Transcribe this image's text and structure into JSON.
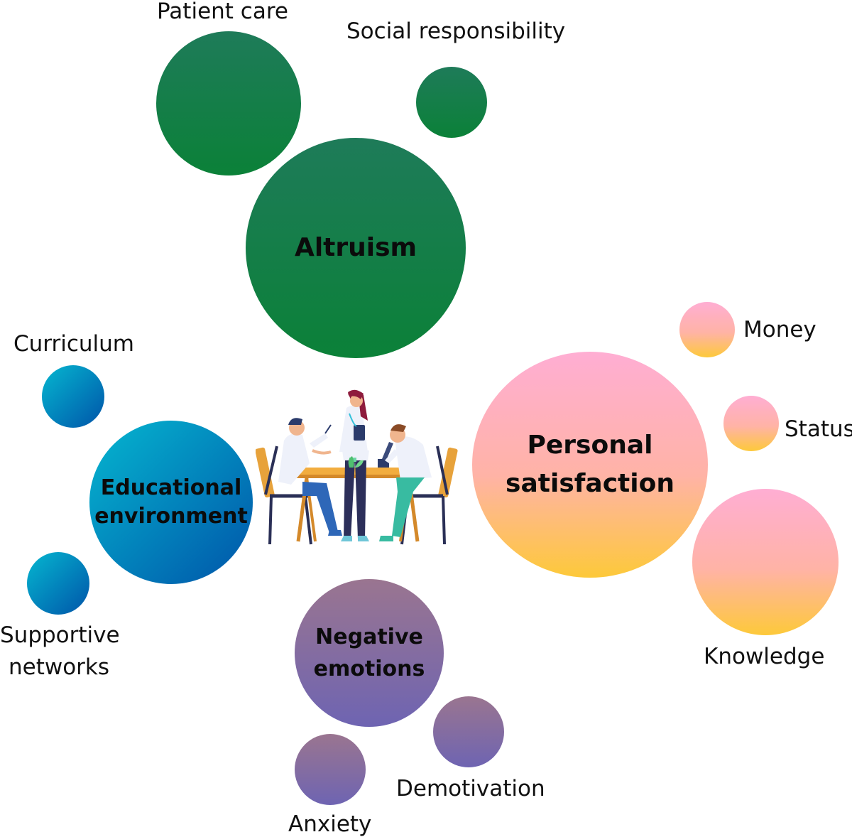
{
  "themes": {
    "altruism": {
      "label": "Altruism",
      "sub": [
        {
          "label": "Patient care"
        },
        {
          "label": "Social responsibility"
        }
      ]
    },
    "educational": {
      "label_line1": "Educational",
      "label_line2": "environment",
      "sub": [
        {
          "label": "Curriculum"
        },
        {
          "label_line1": "Supportive",
          "label_line2": "networks"
        }
      ]
    },
    "personal": {
      "label_line1": "Personal",
      "label_line2": "satisfaction",
      "sub": [
        {
          "label": "Money"
        },
        {
          "label": "Status"
        },
        {
          "label": "Knowledge"
        }
      ]
    },
    "negative": {
      "label_line1": "Negative",
      "label_line2": "emotions",
      "sub": [
        {
          "label": "Anxiety"
        },
        {
          "label": "Demotivation"
        }
      ]
    }
  },
  "colors": {
    "altruism": [
      "#1e7b59",
      "#0b8138"
    ],
    "educational": [
      "#05b7d0",
      "#0054a9"
    ],
    "personal": [
      "#ffaed3",
      "#fdc93a"
    ],
    "negative": [
      "#9a7590",
      "#6e64b2"
    ]
  },
  "illustration": "medical-team-at-table-illustration"
}
